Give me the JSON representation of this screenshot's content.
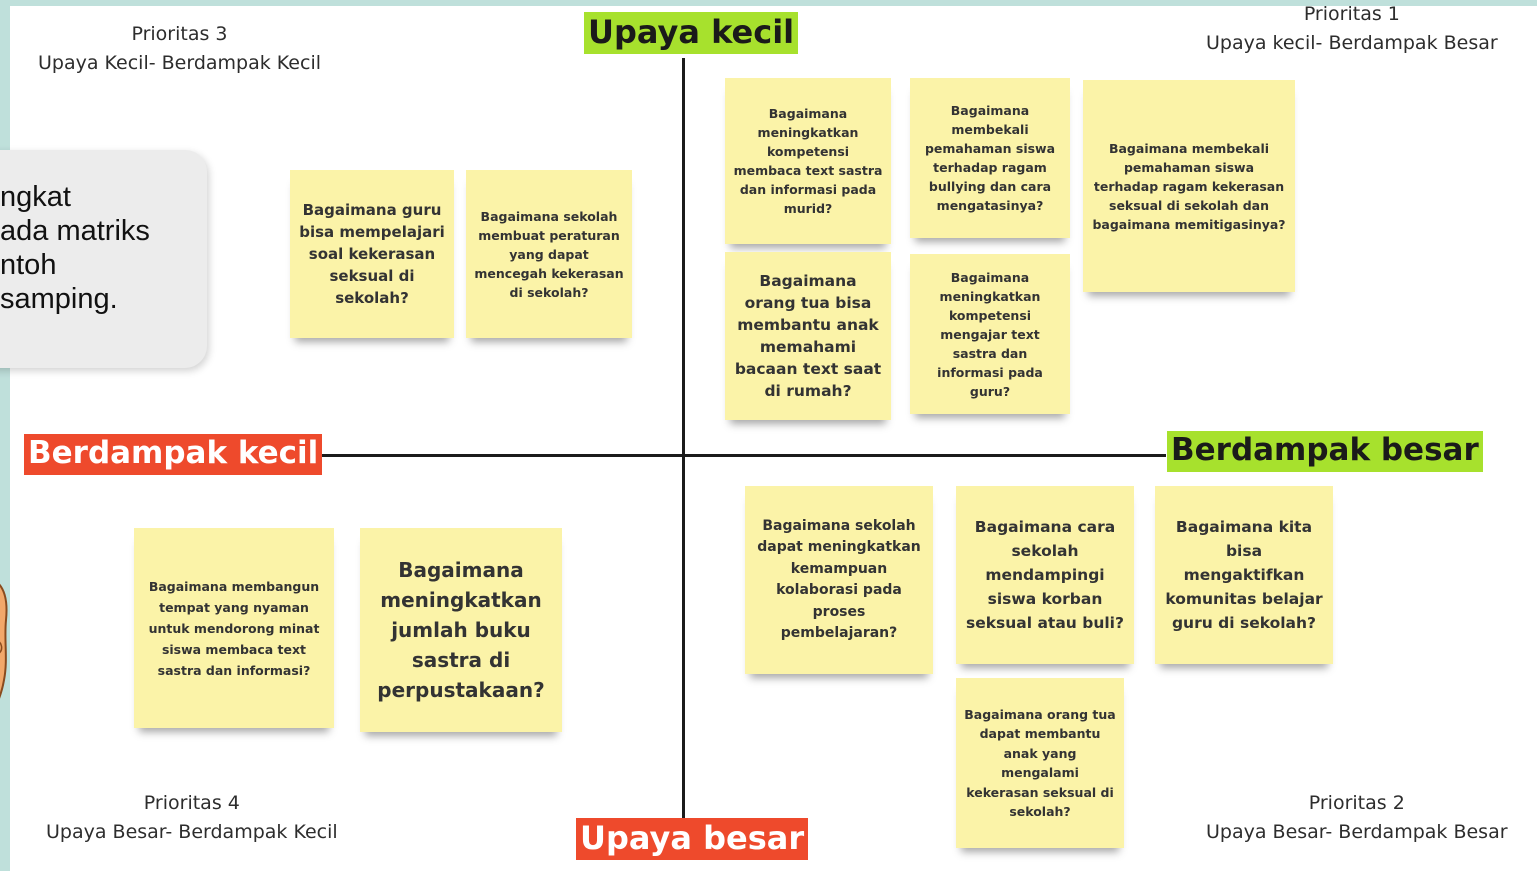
{
  "axes": {
    "top": "Upaya kecil",
    "bottom": "Upaya besar",
    "left": "Berdampak kecil",
    "right": "Berdampak besar"
  },
  "quadrants": {
    "q1": {
      "name": "Prioritas 1",
      "desc": "Upaya kecil- Berdampak Besar"
    },
    "q2": {
      "name": "Prioritas 2",
      "desc": "Upaya Besar- Berdampak Besar"
    },
    "q3": {
      "name": "Prioritas 3",
      "desc": "Upaya Kecil- Berdampak Kecil"
    },
    "q4": {
      "name": "Prioritas 4",
      "desc": "Upaya Besar- Berdampak Kecil"
    }
  },
  "callout": {
    "lines": [
      "ngkat",
      "ada matriks",
      "ntoh",
      "samping."
    ]
  },
  "notes": {
    "n1": "Bagaimana guru bisa mempelajari soal kekerasan seksual di sekolah?",
    "n2": "Bagaimana sekolah membuat peraturan yang dapat mencegah kekerasan di sekolah?",
    "n3": "Bagaimana meningkatkan kompetensi membaca text sastra dan informasi pada murid?",
    "n4": "Bagaimana membekali pemahaman siswa terhadap ragam bullying dan cara mengatasinya?",
    "n5": "Bagaimana membekali pemahaman siswa terhadap ragam kekerasan seksual di sekolah dan bagaimana memitigasinya?",
    "n6": "Bagaimana orang tua bisa membantu anak memahami bacaan text saat di rumah?",
    "n7": "Bagaimana meningkatkan kompetensi mengajar text sastra dan informasi pada guru?",
    "n8": "Bagaimana membangun tempat yang nyaman untuk mendorong minat siswa membaca text sastra dan informasi?",
    "n9": "Bagaimana meningkatkan jumlah buku sastra di perpustakaan?",
    "n10": "Bagaimana sekolah dapat meningkatkan kemampuan kolaborasi pada proses pembelajaran?",
    "n11": "Bagaimana cara sekolah mendampingi siswa korban seksual atau buli?",
    "n12": "Bagaimana kita bisa mengaktifkan komunitas belajar guru di sekolah?",
    "n13": "Bagaimana orang tua dapat membantu anak yang mengalami kekerasan seksual di sekolah?"
  },
  "colors": {
    "background": "#bfe0db",
    "note": "#fbf3a8",
    "green_label": "#a7e12d",
    "red_label": "#ee4a2c"
  }
}
